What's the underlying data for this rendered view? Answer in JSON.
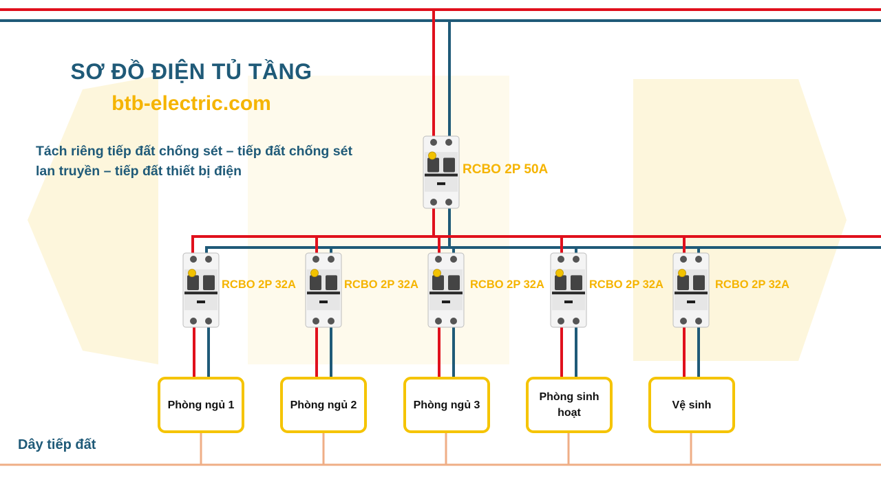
{
  "header": {
    "title": "SƠ ĐỒ ĐIỆN TỦ TẦNG",
    "website": "btb-electric.com",
    "description": "Tách riêng tiếp đất chống sét – tiếp đất chống sét lan truyền – tiếp đất thiết bị điện"
  },
  "main_breaker": {
    "label": "RCBO 2P 50A"
  },
  "branches": [
    {
      "breaker_label": "RCBO 2P 32A",
      "room": "Phòng ngủ 1"
    },
    {
      "breaker_label": "RCBO 2P 32A",
      "room": "Phòng ngủ 2"
    },
    {
      "breaker_label": "RCBO 2P 32A",
      "room": "Phòng ngủ 3"
    },
    {
      "breaker_label": "RCBO 2P 32A",
      "room": "Phòng sinh hoạt"
    },
    {
      "breaker_label": "RCBO 2P 32A",
      "room": "Vệ sinh"
    }
  ],
  "ground": {
    "label": "Dây tiếp đất"
  },
  "colors": {
    "phase_wire": "#e0101c",
    "neutral_wire": "#1f5a78",
    "ground_wire": "#efae86",
    "accent": "#f5b400",
    "room_border": "#f5c400",
    "watermark": "#fdf6dc"
  }
}
